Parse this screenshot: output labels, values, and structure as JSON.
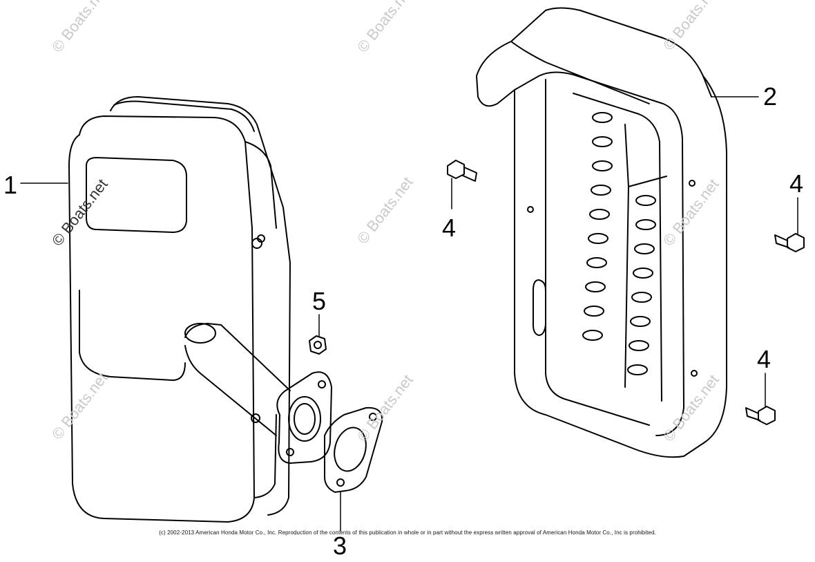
{
  "watermark": "© Boats.net",
  "copyright": "(c) 2002-2013 American Honda Motor Co., Inc. Reproduction of the contents of this publication in whole or in part without the express written approval of American Honda Motor Co., Inc is prohibited.",
  "callouts": {
    "c1": "1",
    "c2": "2",
    "c3": "3",
    "c4a": "4",
    "c4b": "4",
    "c4c": "4",
    "c5": "5"
  },
  "colors": {
    "line": "#000000",
    "watermark": "#c9c9c9",
    "background": "#ffffff"
  }
}
